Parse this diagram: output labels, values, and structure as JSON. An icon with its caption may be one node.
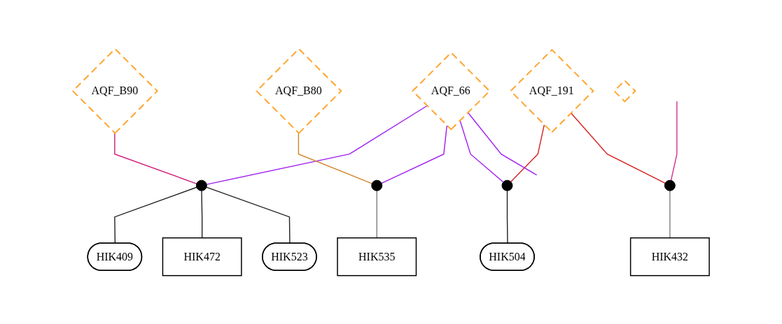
{
  "diagram": {
    "nodes": [
      {
        "text": [
          "AQF_B90"
        ]
      },
      {
        "text": [
          "AQF_B80"
        ]
      },
      {
        "text": [
          "AQF_66"
        ]
      },
      {
        "text": [
          "AQF_191"
        ]
      },
      {
        "text": [],
        "shape": "diamond"
      },
      {
        "text": [],
        "shape": "circle"
      },
      {
        "text": [],
        "shape": "circle"
      },
      {
        "text": [],
        "shape": "circle"
      },
      {
        "text": [],
        "shape": "circle"
      },
      {
        "text": [
          "HIK409"
        ]
      },
      {
        "text": [
          "HIK472"
        ]
      },
      {
        "text": [
          "HIK523"
        ]
      },
      {
        "text": [
          "HIK535"
        ]
      },
      {
        "text": [
          "HIK504"
        ]
      },
      {
        "text": [
          "HIK432"
        ]
      }
    ],
    "edges": [
      {
        "from": 0,
        "to": 5,
        "arrow": "none",
        "color": "#d01c7a"
      },
      {
        "from": 2,
        "to": 5,
        "arrow": "none",
        "color": "#a020f0"
      },
      {
        "from": 1,
        "to": 6,
        "arrow": "none",
        "color": "#d2852a"
      },
      {
        "from": 2,
        "to": 6,
        "arrow": "none",
        "color": "#a020f0"
      },
      {
        "from": 2,
        "to": 7,
        "arrow": "none",
        "color": "#a020f0"
      },
      {
        "from": 3,
        "to": 7,
        "arrow": "none",
        "color": "#d62020"
      },
      {
        "from": 3,
        "to": 8,
        "arrow": "none",
        "color": "#d62020"
      },
      {
        "from": 2,
        "to": null,
        "arrow": "none",
        "color": "#a020f0"
      },
      {
        "from": null,
        "to": 8,
        "arrow": "none",
        "color": "#d0308a"
      },
      {
        "from": 5,
        "to": 9,
        "arrow": "none",
        "color": "#222222"
      },
      {
        "from": 5,
        "to": 10,
        "arrow": "none",
        "color": "#222222"
      },
      {
        "from": 5,
        "to": 11,
        "arrow": "none",
        "color": "#222222"
      },
      {
        "from": 6,
        "to": 12,
        "arrow": "none",
        "color": "#808080"
      },
      {
        "from": 7,
        "to": 13,
        "arrow": "none",
        "color": "#222222"
      },
      {
        "from": 8,
        "to": 14,
        "arrow": "none",
        "color": "#808080"
      }
    ]
  }
}
